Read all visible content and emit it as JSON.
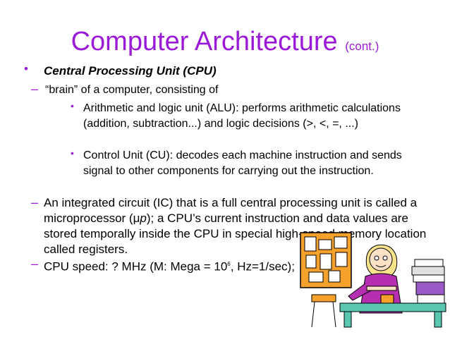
{
  "title": {
    "main": "Computer Architecture",
    "sub": "(cont.)"
  },
  "bullets": {
    "dot": "•",
    "dash": "–",
    "cpu": "Central Processing Unit (CPU)",
    "brain": "“brain” of a computer, consisting of",
    "alu": "Arithmetic and logic unit (ALU): performs arithmetic calculations (addition, subtraction...) and logic decisions (>, <, =, ...)",
    "cu": "Control Unit (CU): decodes each machine instruction and sends signal to other components for carrying out the instruction.",
    "ic_pre": "An integrated circuit (IC) that is a full central processing unit is called a microprocessor (",
    "ic_mu": "μ",
    "ic_p": "p",
    "ic_post": "); a CPU’s current instruction and data values are stored temporally inside the CPU in special high-speed memory location called registers.",
    "speed_pre": "CPU speed: ? MHz (M: Mega = 10",
    "speed_exp": "6",
    "speed_post": ", Hz=1/sec);"
  },
  "colors": {
    "title": "#9a1ad8",
    "bullet": "#9a1ad8"
  }
}
